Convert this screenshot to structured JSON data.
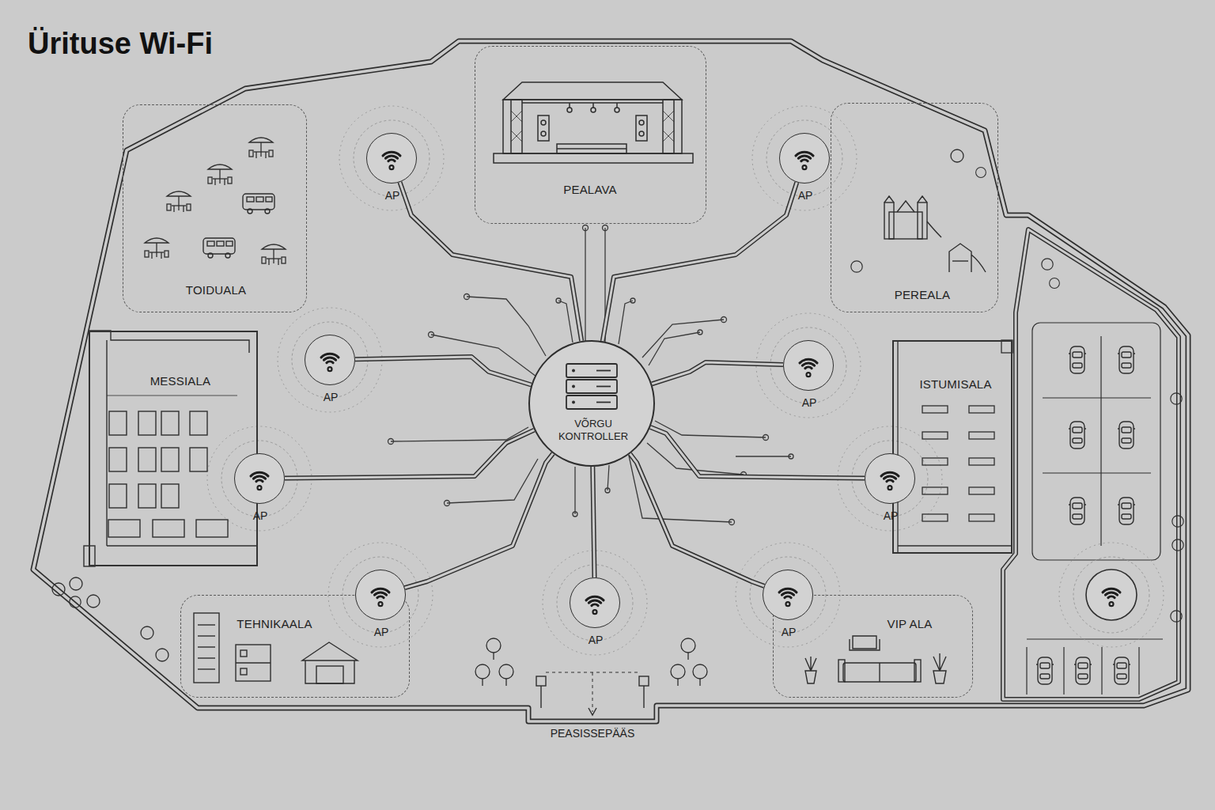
{
  "diagram": {
    "title": "Ürituse Wi-Fi",
    "nodes": [
      {
        "text": [
          "TOIDUALA"
        ]
      },
      {
        "text": [
          "PEALAVA"
        ]
      },
      {
        "text": [
          "AP"
        ]
      },
      {
        "text": [
          "AP"
        ]
      },
      {
        "text": [
          "PEREALA"
        ]
      },
      {
        "text": [
          "MESSIALA"
        ]
      },
      {
        "text": [
          "AP"
        ]
      },
      {
        "text": [
          "VÕRGU KONTROLLER"
        ]
      },
      {
        "text": [
          "AP"
        ]
      },
      {
        "text": [
          "ISTUMISALA"
        ]
      },
      {
        "text": [
          "AP"
        ]
      },
      {
        "text": [
          "AP"
        ]
      },
      {
        "text": [
          "TEHNIKAALA"
        ]
      },
      {
        "text": [
          "AP"
        ]
      },
      {
        "text": [
          "AP"
        ]
      },
      {
        "text": [
          "AP"
        ]
      },
      {
        "text": [
          "VIP ALA"
        ]
      }
    ],
    "edges": [
      {
        "from": 7,
        "to": 2,
        "arrow": "none"
      },
      {
        "from": 7,
        "to": 3,
        "arrow": "none"
      },
      {
        "from": 7,
        "to": 6,
        "arrow": "none"
      },
      {
        "from": 7,
        "to": 8,
        "arrow": "none"
      },
      {
        "from": 7,
        "to": 10,
        "arrow": "none"
      },
      {
        "from": 7,
        "to": 11,
        "arrow": "none"
      },
      {
        "from": 7,
        "to": 13,
        "arrow": "none"
      },
      {
        "from": 7,
        "to": 14,
        "arrow": "none"
      },
      {
        "from": 7,
        "to": 15,
        "arrow": "none"
      }
    ],
    "labels": [
      "PEASISSEPÄÄS"
    ]
  }
}
